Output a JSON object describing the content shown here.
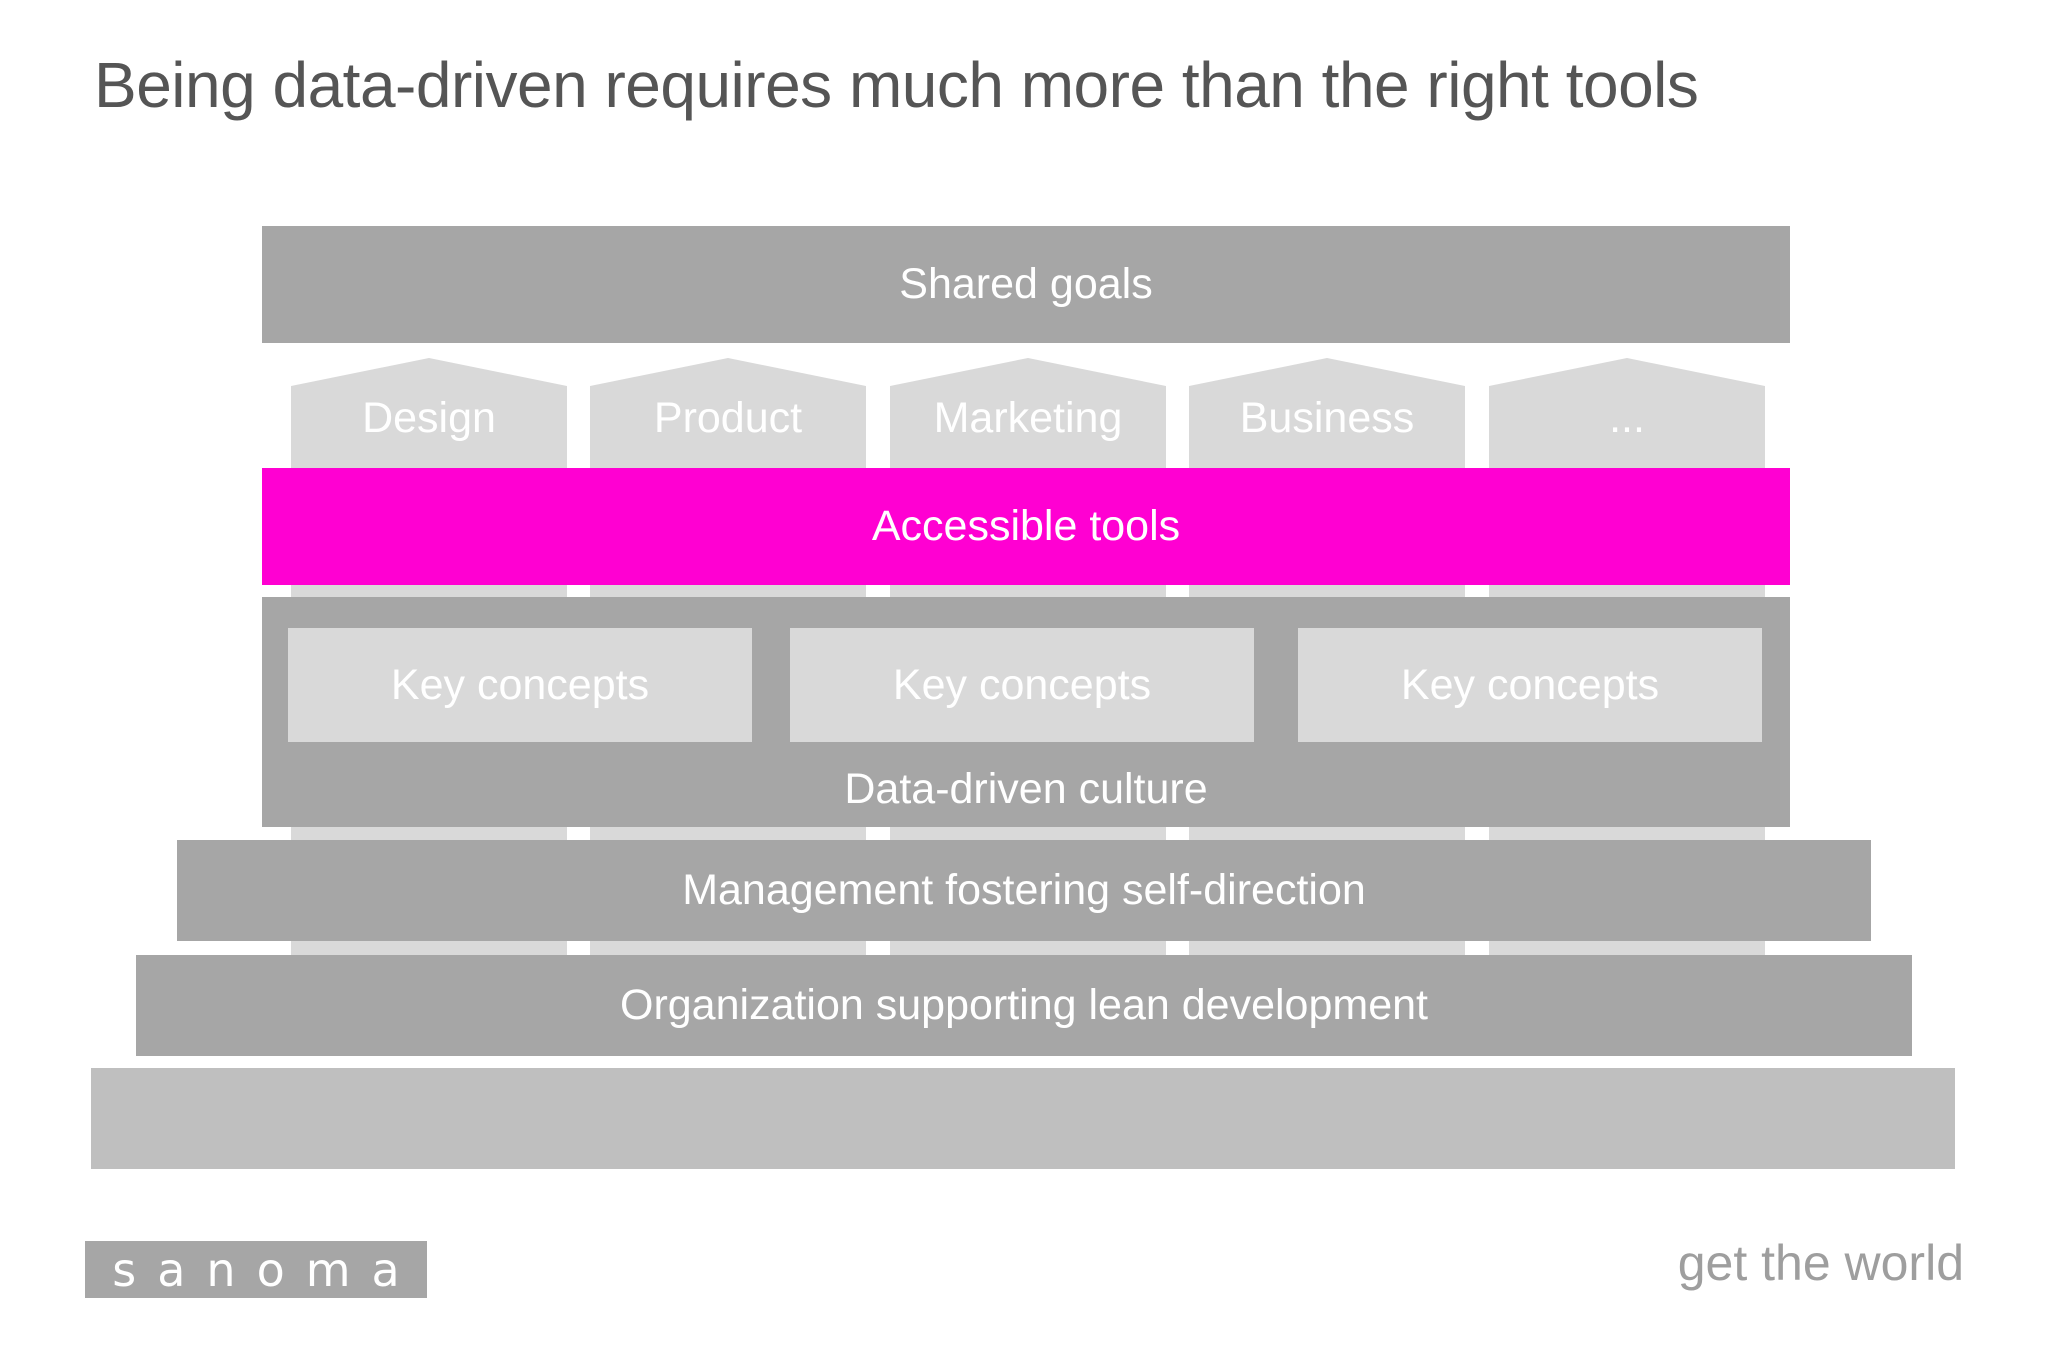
{
  "title": "Being data-driven requires much more than the right tools",
  "top_bar": "Shared goals",
  "pillars": [
    "Design",
    "Product",
    "Marketing",
    "Business",
    "..."
  ],
  "tools_bar": "Accessible tools",
  "culture": {
    "concepts": [
      "Key concepts",
      "Key concepts",
      "Key concepts"
    ],
    "label": "Data-driven culture"
  },
  "management_bar": "Management fostering self-direction",
  "organization_bar": "Organization supporting lean development",
  "foundation_bar": "",
  "logo": "sanoma",
  "tagline": "get the world",
  "colors": {
    "accent": "#ff00d2",
    "dark_gray": "#a6a6a6",
    "mid_gray": "#bfbfbf",
    "light_gray": "#d9d9d9",
    "title_text": "#555555"
  }
}
